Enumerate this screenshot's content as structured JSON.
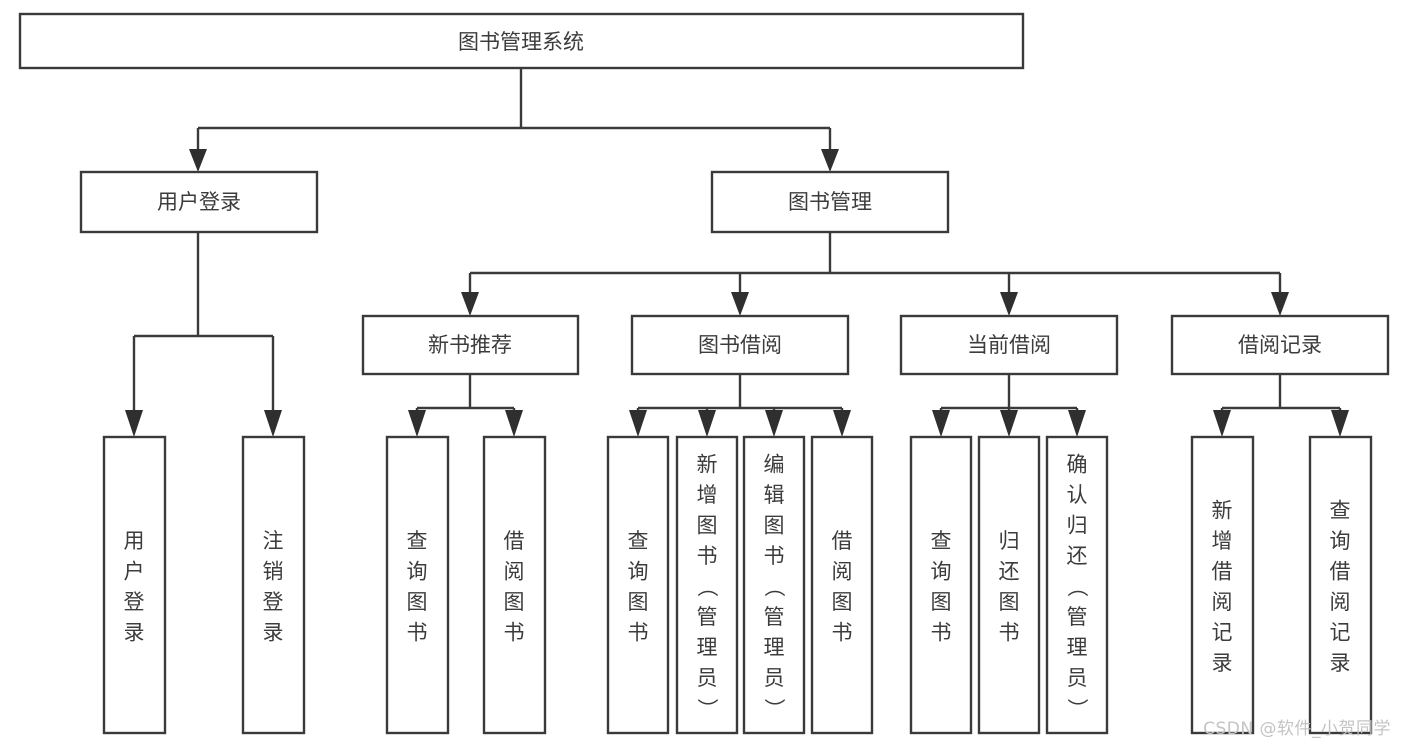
{
  "diagram": {
    "type": "tree",
    "title": "图书管理系统",
    "watermark": "CSDN @软件_小贺同学",
    "colors": {
      "box_stroke": "#3a3a3a",
      "box_fill": "#ffffff",
      "text": "#3c3c3c",
      "connector": "#3a3a3a",
      "watermark": "#c4c4c4",
      "background": "#ffffff"
    },
    "root": {
      "label": "图书管理系统"
    },
    "level2": [
      {
        "label": "用户登录"
      },
      {
        "label": "图书管理"
      }
    ],
    "level3": [
      {
        "label": "新书推荐"
      },
      {
        "label": "图书借阅"
      },
      {
        "label": "当前借阅"
      },
      {
        "label": "借阅记录"
      }
    ],
    "leaves": {
      "user_login": [
        {
          "label": "用户登录"
        },
        {
          "label": "注销登录"
        }
      ],
      "new_book_recommend": [
        {
          "label": "查询图书"
        },
        {
          "label": "借阅图书"
        }
      ],
      "book_borrow": [
        {
          "label": "查询图书"
        },
        {
          "label": "新增图书（管理员）"
        },
        {
          "label": "编辑图书（管理员）"
        },
        {
          "label": "借阅图书"
        }
      ],
      "current_borrow": [
        {
          "label": "查询图书"
        },
        {
          "label": "归还图书"
        },
        {
          "label": "确认归还（管理员）"
        }
      ],
      "borrow_record": [
        {
          "label": "新增借阅记录"
        },
        {
          "label": "查询借阅记录"
        }
      ]
    }
  }
}
